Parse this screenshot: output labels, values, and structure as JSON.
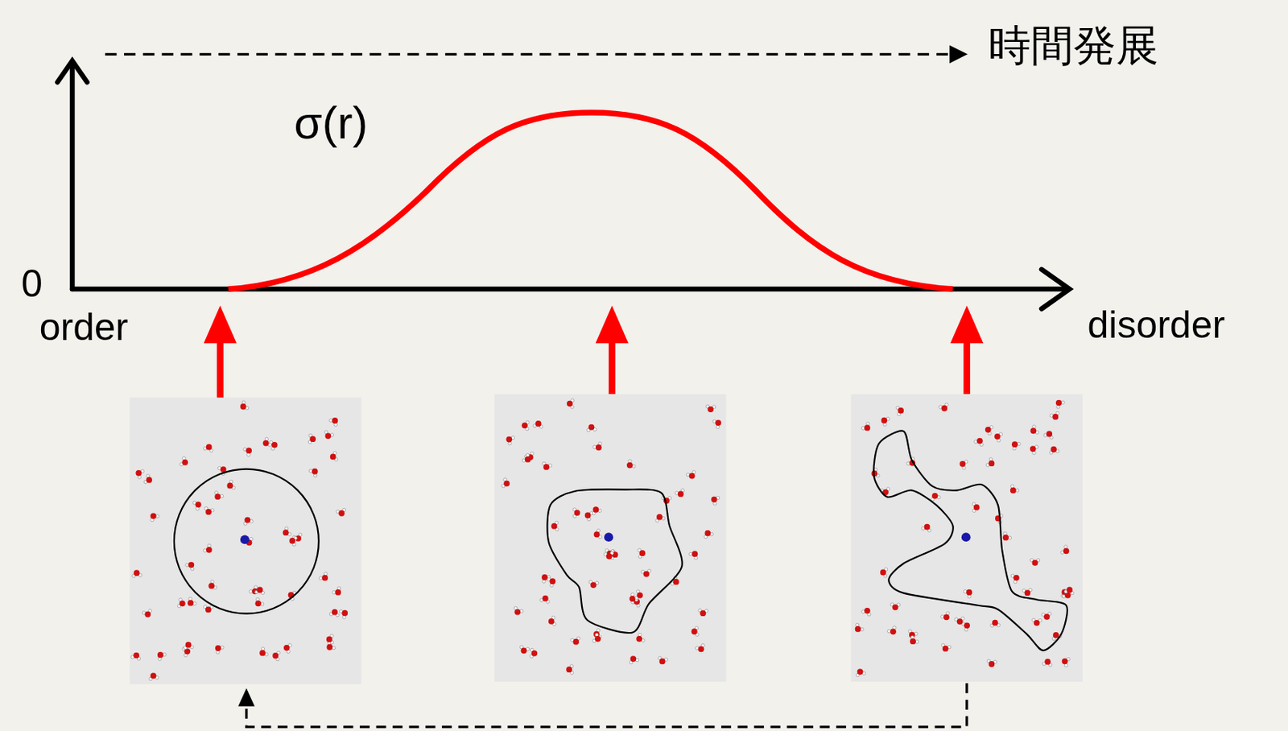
{
  "diagram": {
    "labels": [
      "時間発展",
      "σ(r)",
      "0",
      "order",
      "disorder"
    ]
  }
}
